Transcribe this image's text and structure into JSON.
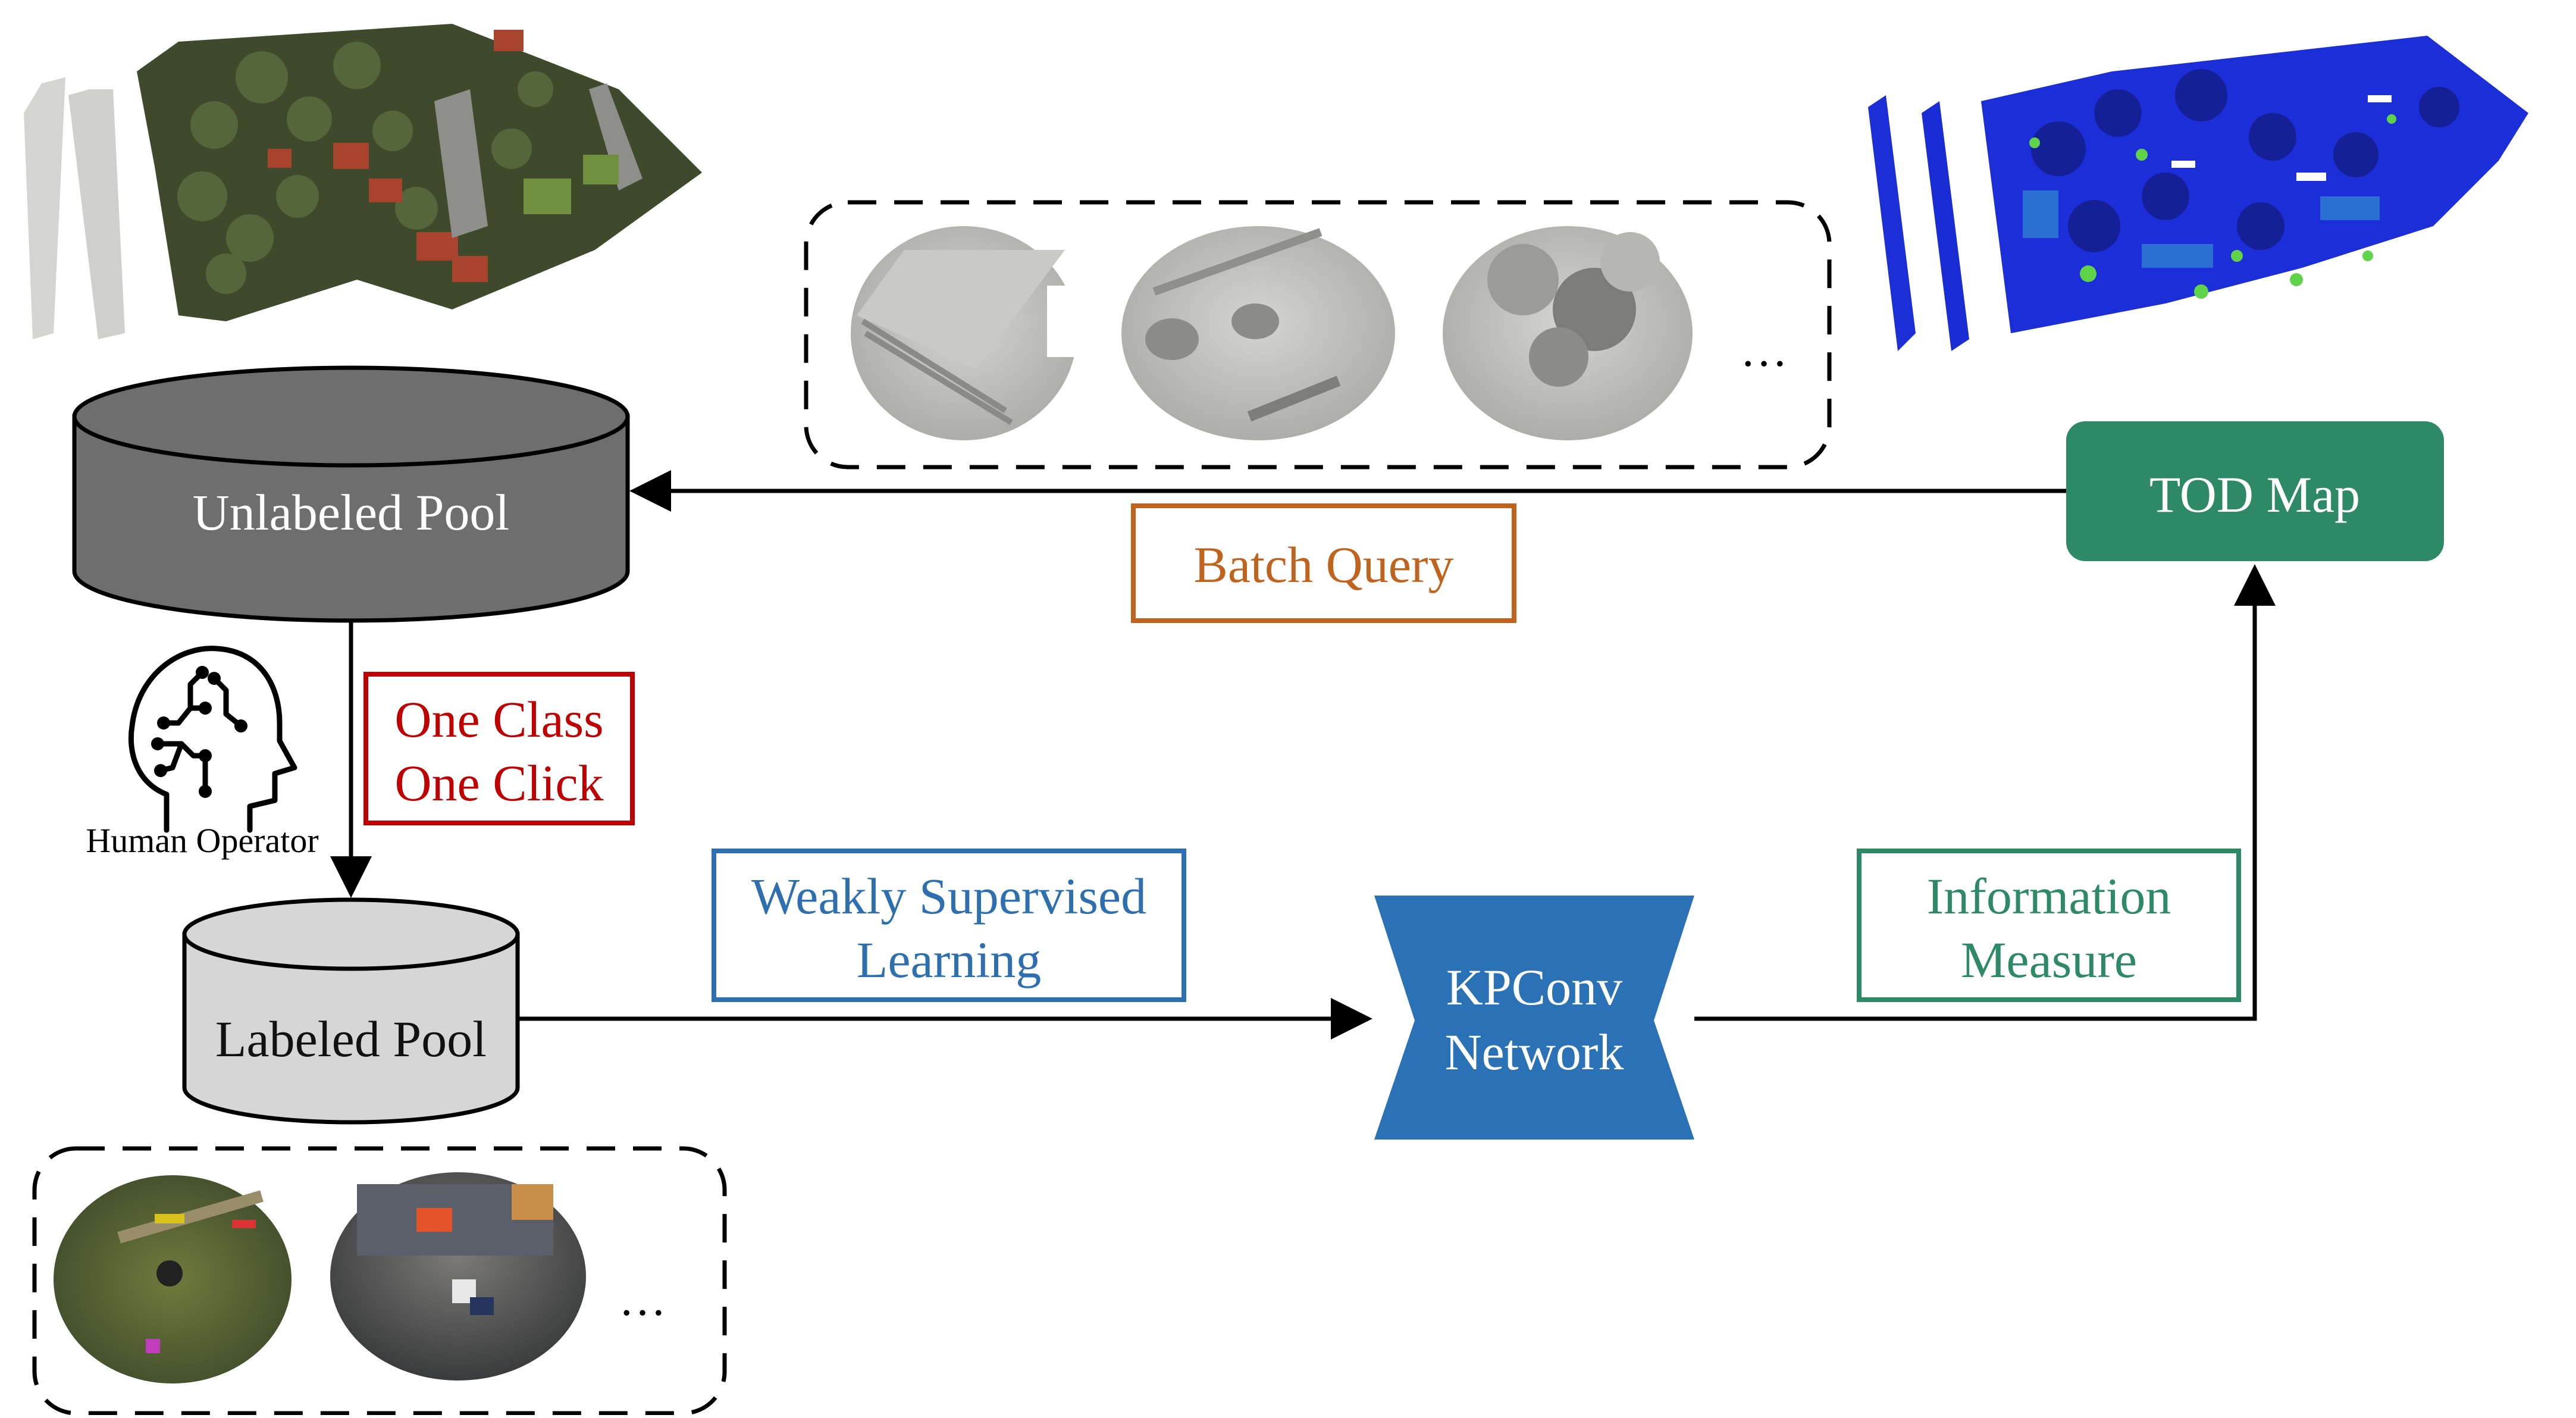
{
  "nodes": {
    "unlabeled_pool": "Unlabeled Pool",
    "labeled_pool": "Labeled Pool",
    "tod_map": "TOD Map",
    "kpconv_line1": "KPConv",
    "kpconv_line2": "Network",
    "human_operator": "Human Operator"
  },
  "labels": {
    "batch_query": "Batch Query",
    "one_class_line1": "One Class",
    "one_class_line2": "One Click",
    "weakly_line1": "Weakly Supervised",
    "weakly_line2": "Learning",
    "info_line1": "Information",
    "info_line2": "Measure"
  },
  "ellipsis": "…",
  "colors": {
    "unlabeled_pool": "#6e6e6e",
    "labeled_pool": "#d6d6d6",
    "tod_map": "#2e8a66",
    "kpconv": "#2a72b5",
    "batch_query": "#c0631c",
    "one_class": "#c00000",
    "weakly": "#2e6fb0",
    "info": "#2e8a66"
  }
}
